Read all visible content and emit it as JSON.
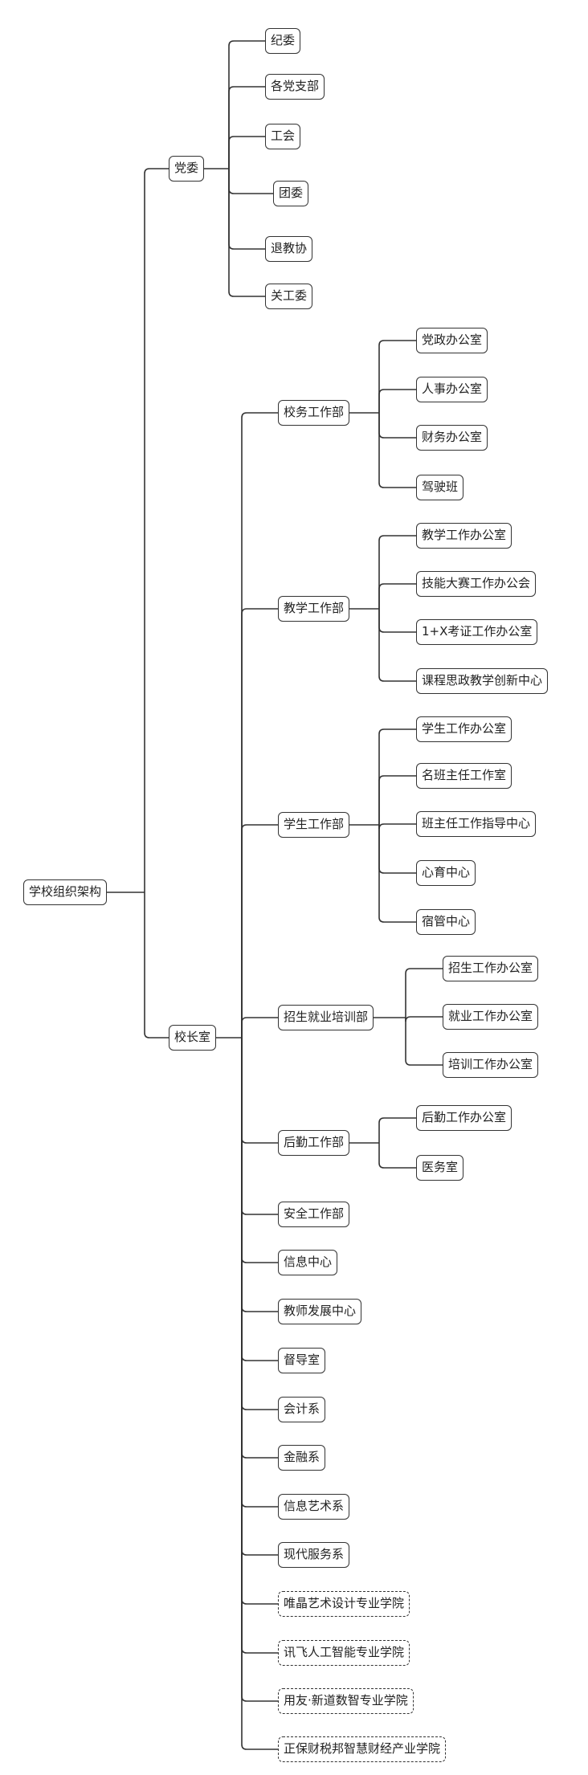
{
  "diagram": {
    "root": {
      "label": "学校组织架构"
    },
    "branches": [
      {
        "label": "党委",
        "children": [
          {
            "label": "纪委"
          },
          {
            "label": "各党支部"
          },
          {
            "label": "工会"
          },
          {
            "label": "团委"
          },
          {
            "label": "退教协"
          },
          {
            "label": "关工委"
          }
        ]
      },
      {
        "label": "校长室",
        "children": [
          {
            "label": "校务工作部",
            "children": [
              {
                "label": "党政办公室"
              },
              {
                "label": "人事办公室"
              },
              {
                "label": "财务办公室"
              },
              {
                "label": "驾驶班"
              }
            ]
          },
          {
            "label": "教学工作部",
            "children": [
              {
                "label": "教学工作办公室"
              },
              {
                "label": "技能大赛工作办公会"
              },
              {
                "label": "1+X考证工作办公室"
              },
              {
                "label": "课程思政教学创新中心"
              }
            ]
          },
          {
            "label": "学生工作部",
            "children": [
              {
                "label": "学生工作办公室"
              },
              {
                "label": "名班主任工作室"
              },
              {
                "label": "班主任工作指导中心"
              },
              {
                "label": "心育中心"
              },
              {
                "label": "宿管中心"
              }
            ]
          },
          {
            "label": "招生就业培训部",
            "children": [
              {
                "label": "招生工作办公室"
              },
              {
                "label": "就业工作办公室"
              },
              {
                "label": "培训工作办公室"
              }
            ]
          },
          {
            "label": "后勤工作部",
            "children": [
              {
                "label": "后勤工作办公室"
              },
              {
                "label": "医务室"
              }
            ]
          },
          {
            "label": "安全工作部"
          },
          {
            "label": "信息中心"
          },
          {
            "label": "教师发展中心"
          },
          {
            "label": "督导室"
          },
          {
            "label": "会计系"
          },
          {
            "label": "金融系"
          },
          {
            "label": "信息艺术系"
          },
          {
            "label": "现代服务系"
          },
          {
            "label": "唯晶艺术设计专业学院",
            "dashed": true
          },
          {
            "label": "讯飞人工智能专业学院",
            "dashed": true
          },
          {
            "label": "用友·新道数智专业学院",
            "dashed": true
          },
          {
            "label": "正保财税邦智慧财经产业学院",
            "dashed": true
          }
        ]
      }
    ]
  }
}
